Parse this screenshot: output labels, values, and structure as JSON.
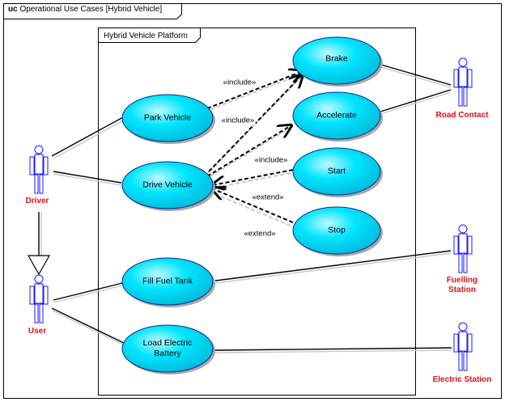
{
  "frame": {
    "keyword": "uc",
    "title": "Operational Use Cases [Hybrid Vehicle]"
  },
  "system_boundary": {
    "title": "Hybrid Vehicle Platform"
  },
  "use_cases": {
    "brake": "Brake",
    "park_vehicle": "Park Vehicle",
    "accelerate": "Accelerate",
    "drive_vehicle": "Drive Vehicle",
    "start": "Start",
    "stop": "Stop",
    "fill_fuel_tank": "Fill Fuel Tank",
    "load_battery_line1": "Load Electric",
    "load_battery_line2": "Battery"
  },
  "actors": {
    "driver": "Driver",
    "user": "User",
    "road_contact": "Road Contact",
    "fuelling_line1": "Fuelling",
    "fuelling_line2": "Station",
    "electric_station": "Electric Station"
  },
  "relationships": {
    "include_1": "«include»",
    "include_2": "«include»",
    "include_3": "«include»",
    "extend_1": "«extend»",
    "extend_2": "«extend»"
  },
  "colors": {
    "use_case_fill": "#00e5ff",
    "use_case_stroke": "#0a2a8a",
    "actor_stroke": "#1a1aff",
    "actor_label": "#e0101a"
  }
}
